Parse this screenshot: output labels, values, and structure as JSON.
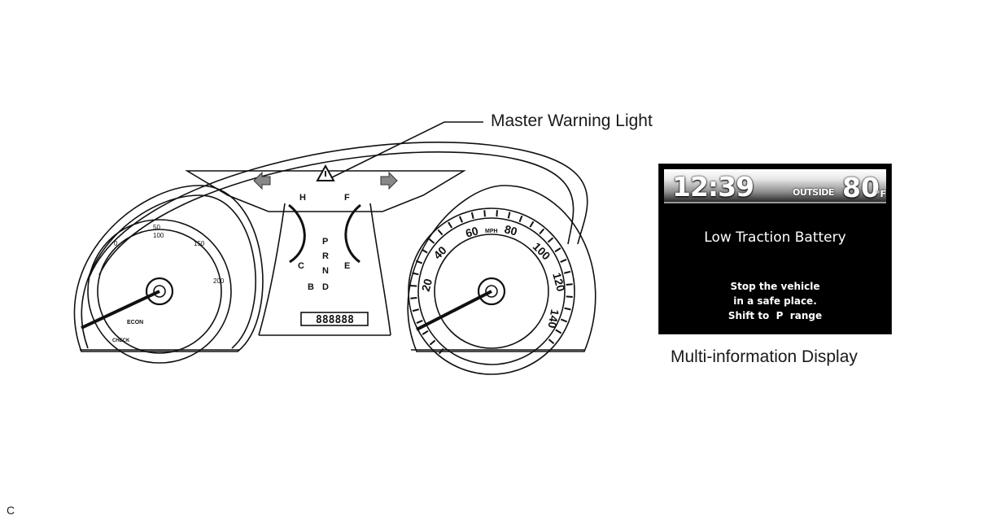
{
  "callout": {
    "label": "Master Warning Light"
  },
  "mid": {
    "caption": "Multi-information Display",
    "time": "12:39",
    "outside_label": "OUTSIDE",
    "temperature": "80",
    "temp_unit": "°F",
    "title": "Low Traction Battery",
    "message_lines": [
      "Stop the vehicle",
      "in a safe place.",
      "Shift to  P  range"
    ]
  },
  "gauges": {
    "temp_high": "H",
    "temp_low": "C",
    "fuel_full": "F",
    "fuel_empty": "E",
    "shift_positions": [
      "P",
      "R",
      "N",
      "D"
    ],
    "shift_b": "B",
    "hybrid_ticks": [
      "0",
      "50",
      "100",
      "150",
      "200"
    ],
    "hybrid_econ": "ECON",
    "check_label": "CHECK",
    "odometer": "888888",
    "speed_labels": [
      "20",
      "40",
      "60",
      "80",
      "100",
      "120",
      "140"
    ],
    "speed_unit": "MPH"
  },
  "corner_code": "C"
}
